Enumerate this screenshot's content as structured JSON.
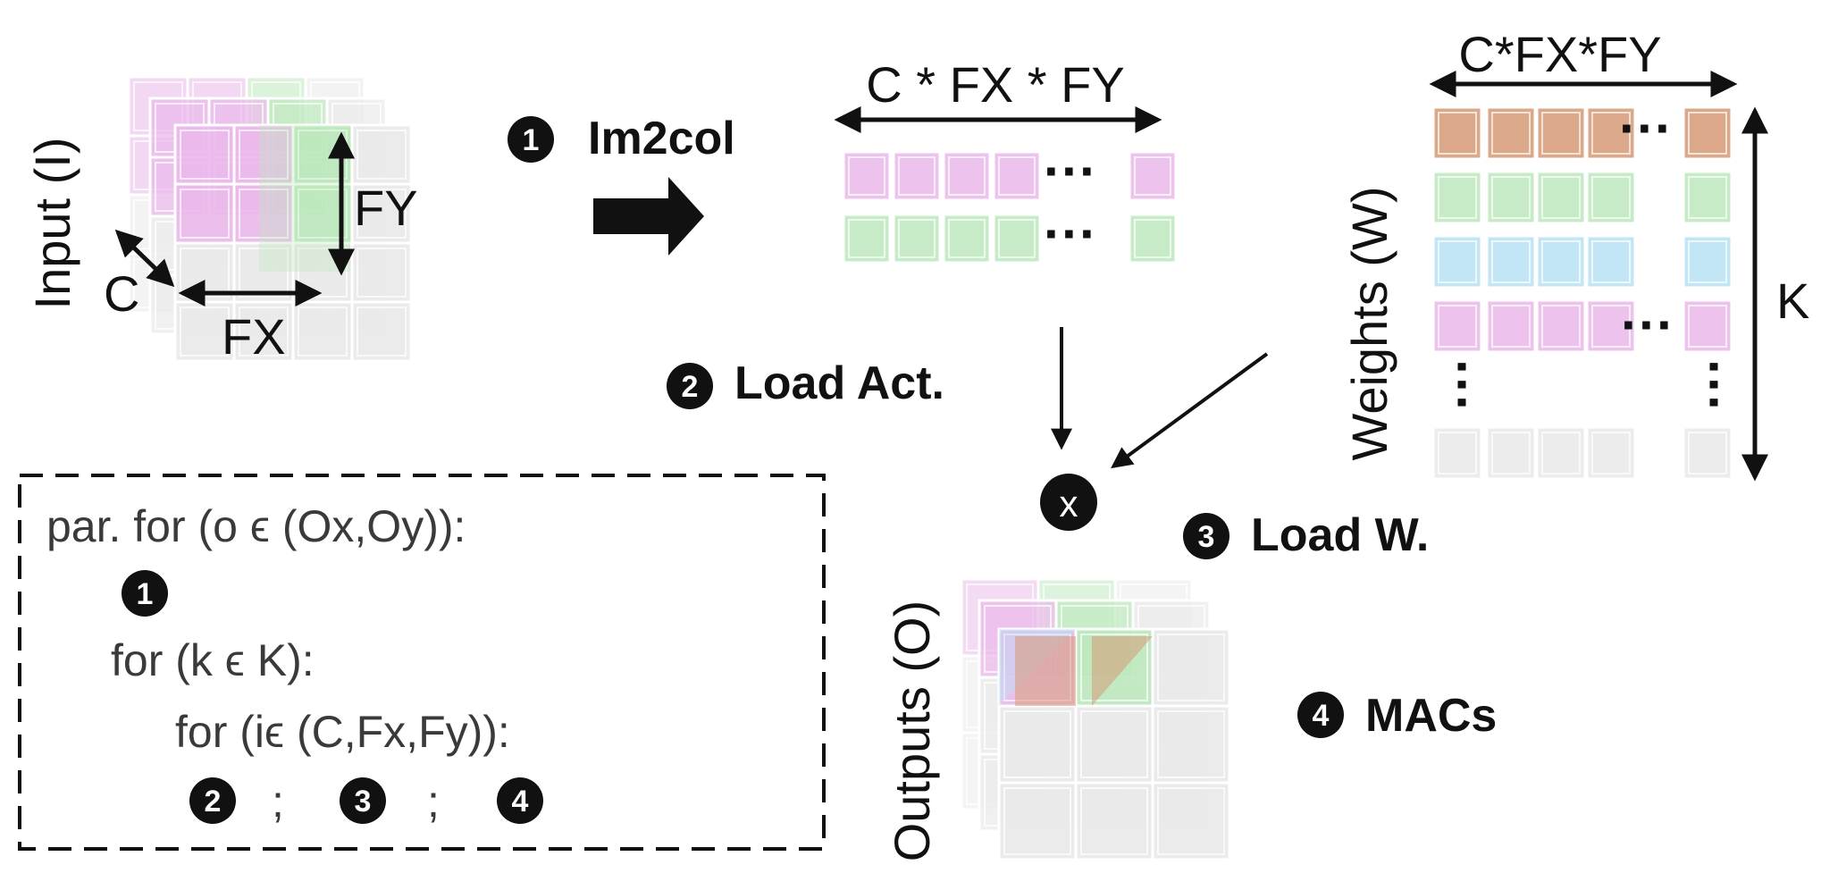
{
  "colors": {
    "pink": "#eab8ea",
    "green": "#bde8bd",
    "blue": "#b9e2f4",
    "orange": "#d59a76",
    "gray": "#e9e9e9",
    "ink": "#111111"
  },
  "input": {
    "label": "Input (I)",
    "fy": "FY",
    "fx": "FX",
    "c": "C"
  },
  "im2col": {
    "step": "1",
    "label": "Im2col",
    "dim": "C * FX * FY",
    "row_colors": [
      "pink",
      "green"
    ],
    "dots": "···"
  },
  "weights": {
    "label": "Weights (W)",
    "dim": "C*FX*FY",
    "k": "K",
    "row_colors": [
      "orange",
      "green",
      "blue",
      "pink",
      "gray"
    ],
    "dots": "···"
  },
  "steps": {
    "load_act": {
      "num": "2",
      "label": "Load Act."
    },
    "load_w": {
      "num": "3",
      "label": "Load W."
    },
    "macs": {
      "num": "4",
      "label": "MACs"
    }
  },
  "mult": {
    "symbol": "x"
  },
  "outputs": {
    "label": "Outputs (O)"
  },
  "code": {
    "line1": "par. for (o ϵ (Ox,Oy)):",
    "line2_num": "1",
    "line3": "for (k ϵ K):",
    "line4": "for (iϵ (C,Fx,Fy)):",
    "line5": {
      "n2": "2",
      "sep1": ";",
      "n3": "3",
      "sep2": ";",
      "n4": "4"
    }
  }
}
